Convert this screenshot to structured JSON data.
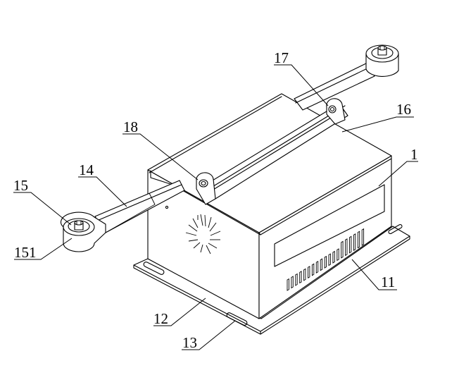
{
  "labels": {
    "l1": "1",
    "l11": "11",
    "l12": "12",
    "l13": "13",
    "l14": "14",
    "l15": "15",
    "l151": "151",
    "l16": "16",
    "l17": "17",
    "l18": "18"
  }
}
